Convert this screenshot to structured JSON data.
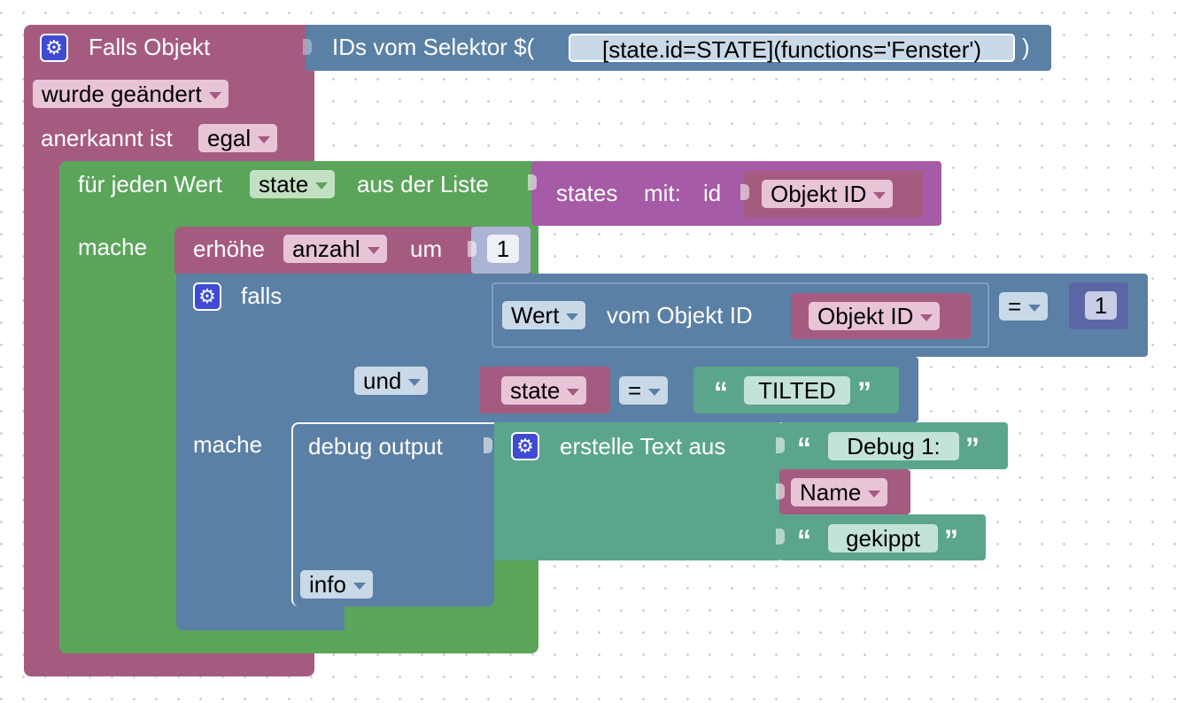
{
  "trigger": {
    "title": "Falls Objekt",
    "selector_prefix": "IDs vom Selektor $(",
    "selector_value": "[state.id=STATE](functions='Fenster')",
    "selector_suffix": ")",
    "change_value": "wurde geändert",
    "ack_label": "anerkannt ist",
    "ack_value": "egal"
  },
  "loop": {
    "label_prefix": "für jeden Wert",
    "var_name": "state",
    "label_suffix": "aus der Liste",
    "do_label": "mache",
    "states_label": "states",
    "mit_label": "mit:",
    "id_label": "id",
    "objekt_id": "Objekt ID"
  },
  "increment": {
    "label": "erhöhe",
    "var_name": "anzahl",
    "by_label": "um",
    "value": "1"
  },
  "if_block": {
    "label": "falls",
    "do_label": "mache",
    "and_value": "und",
    "wert_value": "Wert",
    "vom_label": "vom Objekt ID",
    "objekt_id": "Objekt ID",
    "eq_op": "=",
    "compare_value": "1",
    "state_var": "state",
    "eq_op2": "=",
    "tilted_text": "TILTED"
  },
  "debug": {
    "label": "debug output",
    "level": "info",
    "create_text_label": "erstelle Text aus",
    "text1": "Debug 1:",
    "name_value": "Name",
    "text2": "gekippt"
  },
  "colors": {
    "trigger_block": "#a55b80",
    "loop_block": "#5ba55b",
    "list_block": "#a55ba5",
    "logic_block": "#5b80a5",
    "text_block": "#5ba58c",
    "math_block": "#5b67a5",
    "dropdown_field": "#e8c4d7"
  },
  "quote_open": "“",
  "quote_close": "”",
  "gear_glyph": "⚙"
}
